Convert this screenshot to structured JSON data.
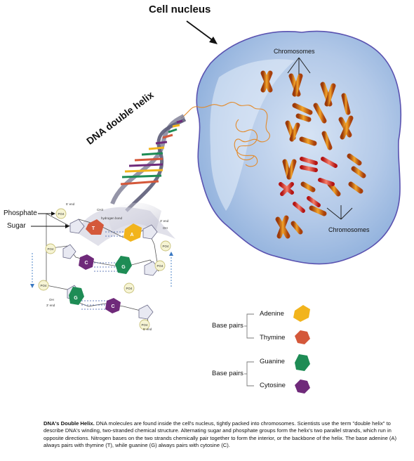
{
  "title": "Cell nucleus",
  "helix_label": "DNA double helix",
  "chromosomes_label_top": "Chromosomes",
  "chromosomes_label_bottom": "Chromosomes",
  "phosphate_label": "Phosphate",
  "sugar_label": "Sugar",
  "detail": {
    "po4": "PO4",
    "five_end": "5' end",
    "three_end": "3' end",
    "hydrogen_bond": "hydrogen bond",
    "oh": "OH",
    "ch3": "CH3",
    "bases": {
      "t": "T",
      "a": "A",
      "c": "C",
      "g": "G"
    }
  },
  "legend": {
    "group1_label": "Base pairs",
    "group2_label": "Base pairs",
    "items": [
      "Adenine",
      "Thymine",
      "Guanine",
      "Cytosine"
    ]
  },
  "caption": {
    "heading": "DNA's Double Helix.",
    "body": "DNA molecules are found inside the cell's nucleus, tightly packed into chromosomes. Scientists use the term \"double helix\" to describe DNA's winding, two-stranded chemical structure. Alternating sugar and phosphate groups form the helix's two parallel strands, which run in opposite directions. Nitrogen bases on the two strands chemically pair together to form the interior, or the backbone of the helix. The base adenine (A) always pairs with thymine (T), while guanine (G) always pairs with cytosine (C)."
  },
  "colors": {
    "adenine": "#f2b41c",
    "thymine": "#d4583a",
    "guanine": "#1e8c55",
    "cytosine": "#6f2a7a",
    "nucleus": "#b9cdea",
    "nucleus_edge": "#5a52b0",
    "chromosome": "#d9701c"
  }
}
